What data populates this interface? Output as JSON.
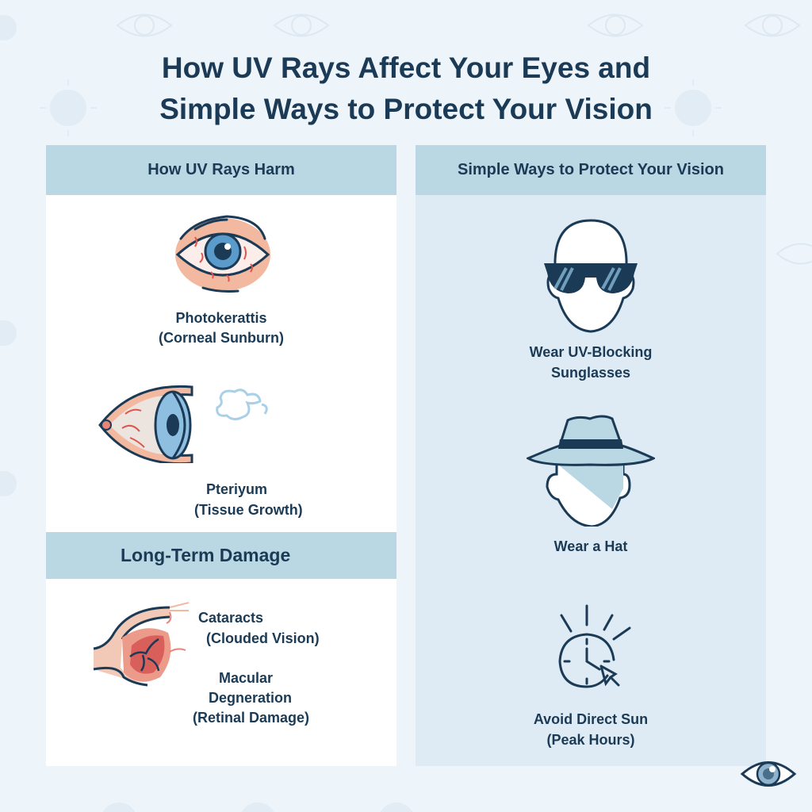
{
  "title": {
    "line1": "How UV Rays Affect Your Eyes and",
    "line2": "Simple Ways to Protect Your Vision"
  },
  "left_panel": {
    "header": "How UV Rays Harm",
    "items": [
      {
        "icon": "red-irritated-eye-icon",
        "name": "Photokerattis",
        "detail": "(Corneal Sunburn)"
      },
      {
        "icon": "eye-side-profile-with-growth-icon",
        "name": "Pteriyum",
        "detail": "(Tissue Growth)"
      }
    ],
    "subheader": "Long-Term Damage",
    "long_term": [
      {
        "icon": "damaged-retina-tissue-icon",
        "name": "Cataracts",
        "detail": "(Clouded Vision)"
      },
      {
        "name_line1": "Macular",
        "name_line2": "Degneration",
        "detail": "(Retinal Damage)"
      }
    ]
  },
  "right_panel": {
    "header": "Simple Ways to Protect Your Vision",
    "items": [
      {
        "icon": "face-with-sunglasses-icon",
        "line1": "Wear UV-Blocking",
        "line2": "Sunglasses"
      },
      {
        "icon": "face-with-hat-icon",
        "line1": "Wear a Hat"
      },
      {
        "icon": "clock-with-sun-rays-icon",
        "line1": "Avoid Direct Sun",
        "line2": "(Peak Hours)"
      }
    ]
  },
  "colors": {
    "background": "#edf4fa",
    "header_bar": "#b9d8e4",
    "left_panel": "#ffffff",
    "right_panel": "#deebf4",
    "text": "#1b3a55",
    "accent_skin": "#f2b9a0",
    "accent_red": "#e0544c",
    "iris_blue": "#5b9bcb"
  },
  "corner_logo": {
    "icon": "eye-logo-icon"
  }
}
